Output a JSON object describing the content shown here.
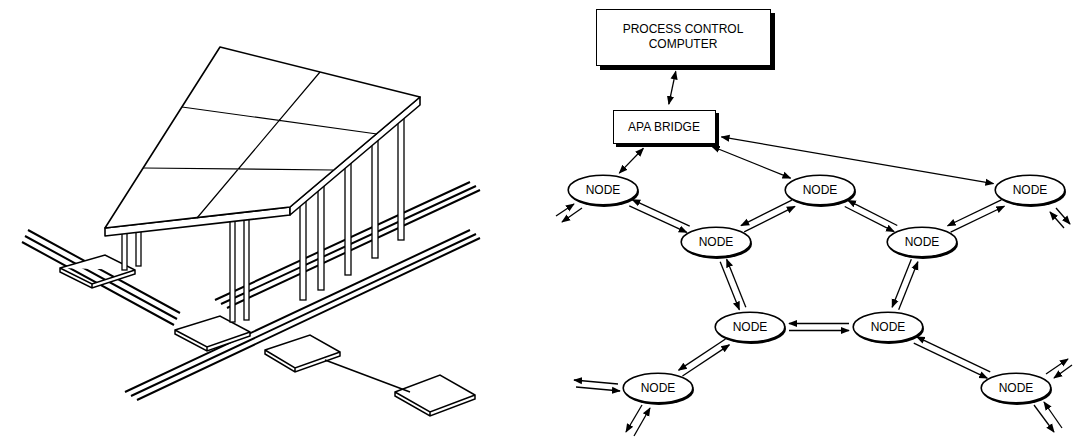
{
  "diagram": {
    "nodes": [
      {
        "text": [
          "PROCESS CONTROL COMPUTER"
        ]
      },
      {
        "text": [
          "APA BRIDGE"
        ]
      },
      {
        "text": [
          "NODE"
        ]
      },
      {
        "text": [
          "NODE"
        ]
      },
      {
        "text": [
          "NODE"
        ]
      },
      {
        "text": [
          "NODE"
        ]
      },
      {
        "text": [
          "NODE"
        ]
      },
      {
        "text": [
          "NODE"
        ]
      },
      {
        "text": [
          "NODE"
        ]
      },
      {
        "text": [
          "NODE"
        ]
      },
      {
        "text": [
          "NODE"
        ]
      }
    ],
    "edges": [
      {
        "from": 0,
        "to": 1,
        "arrow": "both"
      },
      {
        "from": 1,
        "to": 2,
        "arrow": "both"
      },
      {
        "from": 1,
        "to": 3,
        "arrow": "both"
      },
      {
        "from": 1,
        "to": 4,
        "arrow": "both"
      },
      {
        "from": 2,
        "to": 5,
        "arrow": "to"
      },
      {
        "from": 5,
        "to": 2,
        "arrow": "to"
      },
      {
        "from": 3,
        "to": 5,
        "arrow": "to"
      },
      {
        "from": 5,
        "to": 3,
        "arrow": "to"
      },
      {
        "from": 3,
        "to": 6,
        "arrow": "to"
      },
      {
        "from": 6,
        "to": 3,
        "arrow": "to"
      },
      {
        "from": 4,
        "to": 6,
        "arrow": "to"
      },
      {
        "from": 6,
        "to": 4,
        "arrow": "to"
      },
      {
        "from": 5,
        "to": 7,
        "arrow": "to"
      },
      {
        "from": 7,
        "to": 5,
        "arrow": "to"
      },
      {
        "from": 6,
        "to": 8,
        "arrow": "to"
      },
      {
        "from": 8,
        "to": 6,
        "arrow": "to"
      },
      {
        "from": 7,
        "to": 8,
        "arrow": "to"
      },
      {
        "from": 8,
        "to": 7,
        "arrow": "to"
      },
      {
        "from": 7,
        "to": 9,
        "arrow": "to"
      },
      {
        "from": 9,
        "to": 7,
        "arrow": "to"
      },
      {
        "from": 8,
        "to": 10,
        "arrow": "to"
      },
      {
        "from": 10,
        "to": 8,
        "arrow": "to"
      }
    ]
  }
}
